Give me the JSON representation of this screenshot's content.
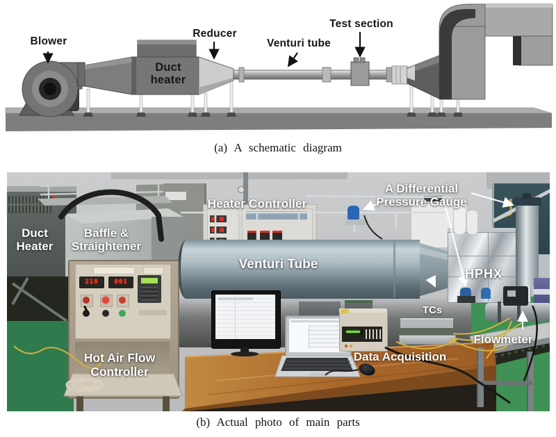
{
  "panel_a": {
    "caption": "(a) A schematic diagram",
    "labels": {
      "blower": "Blower",
      "duct_heater": "Duct heater",
      "reducer": "Reducer",
      "venturi_tube": "Venturi tube",
      "test_section": "Test section"
    }
  },
  "panel_b": {
    "caption": "(b) Actual photo of main parts",
    "labels": {
      "duct_heater": "Duct Heater",
      "baffle_straightener": "Baffle & Straightener",
      "heater_controller": "Heater Controller",
      "venturi_tube": "Venturi Tube",
      "differential_pressure_gauge": "A Differential Pressure Gauge",
      "hphx": "HPHX",
      "tcs": "TCs",
      "flowmeter": "Flowmeter",
      "hot_air_flow_controller": "Hot Air Flow Controller",
      "data_acquisition": "Data Acquisition"
    },
    "flow_controller_readouts": {
      "display_left": "218",
      "display_right": "001"
    }
  },
  "colors": {
    "schematic_gray": "#8a8a8a",
    "schematic_label_text": "#161616",
    "photo_label_text": "#ffffff",
    "wall": "#c4c5c7",
    "venturi_cylinder": "#a9bac0",
    "hphx_foil": "#d8dcdf",
    "floor_green": "#358453",
    "desk_wood": "#b4732f",
    "controller_cabinet": "#b3a895",
    "led_red": "#ff3526",
    "display_green": "#8adf50",
    "teal_panel": "#32505a",
    "hose_black": "#1f1f1f"
  }
}
